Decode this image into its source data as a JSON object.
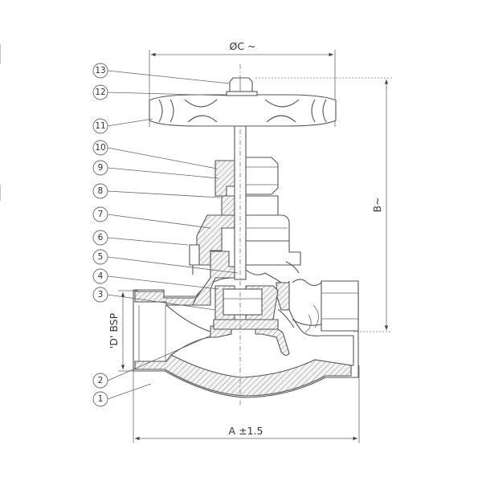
{
  "dimensions": {
    "top_diameter": "ØC ~",
    "height": "B~",
    "bottom_length": "A ±1.5",
    "port_thread": "'D' BSP"
  },
  "balloons": [
    "1",
    "2",
    "3",
    "4",
    "5",
    "6",
    "7",
    "8",
    "9",
    "10",
    "11",
    "12",
    "13"
  ],
  "colors": {
    "line": "#555555",
    "hatch": "#888888",
    "background": "#ffffff"
  }
}
